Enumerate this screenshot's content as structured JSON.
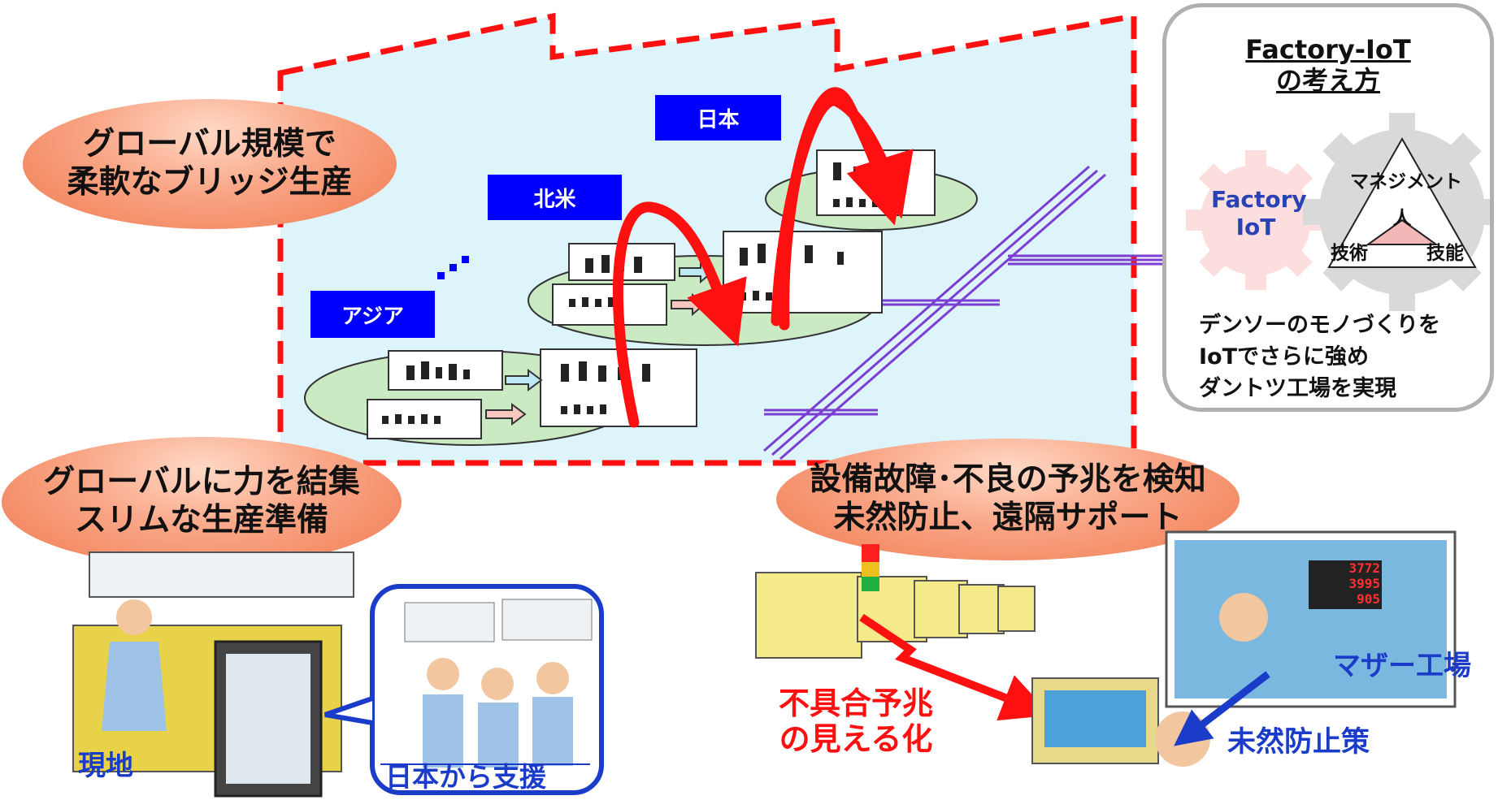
{
  "bubbles": {
    "flexible": [
      "グローバル規模で",
      "柔軟なブリッジ生産"
    ],
    "lean": [
      "グローバルに力を結集",
      "スリムな生産準備"
    ],
    "predict": [
      "設備故障･不良の予兆を検知",
      "未然防止、遠隔サポート"
    ]
  },
  "regions": {
    "japan": "日本",
    "north_america": "北米",
    "asia": "アジア"
  },
  "panel": {
    "title": [
      "Factory-IoT",
      "の考え方"
    ],
    "gear_label": [
      "Factory",
      "IoT"
    ],
    "triangle": {
      "top": "マネジメント",
      "center": "人",
      "left": "技術",
      "right": "技能"
    },
    "description": [
      "デンソーのモノづくりを",
      "IoTでさらに強め",
      "ダントツ工場を実現"
    ]
  },
  "bottom_left": {
    "local": "現地",
    "support": "日本から支援"
  },
  "bottom_right": {
    "visualize": [
      "不具合予兆",
      "の見える化"
    ],
    "mother_factory": "マザー工場",
    "prevention": "未然防止策",
    "display_digits": [
      "3772",
      "3995",
      "905"
    ]
  },
  "colors": {
    "red": "#ff1010",
    "region_blue": "#0000ff",
    "factory_bg": "#ddf4fb",
    "ground": "#c9eac2",
    "rail": "#7a3fd0"
  }
}
